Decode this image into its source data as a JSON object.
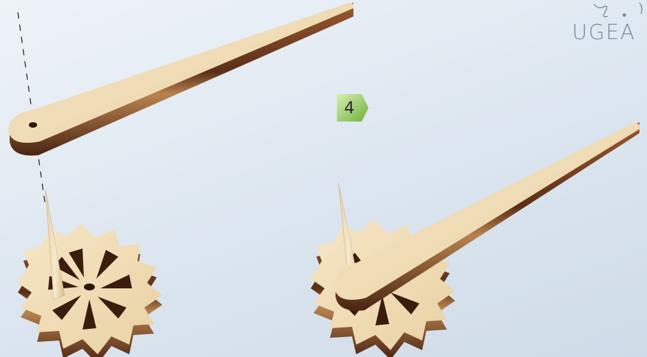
{
  "step": {
    "number": "4"
  },
  "brand": {
    "name": "UGEA"
  },
  "colors": {
    "background_light": "#eef3f8",
    "background_dark": "#cfdbe8",
    "wood_face": "#f1dcb4",
    "wood_edge_dark": "#5a2e17",
    "wood_edge_mid": "#8a4a25",
    "badge_green_light": "#c6e59a",
    "badge_green_dark": "#6fb13e"
  },
  "icons": {
    "badge": "hexagon-arrow-badge",
    "dashed_line": "alignment-guide",
    "logo": "ugea-leaf-logo"
  }
}
